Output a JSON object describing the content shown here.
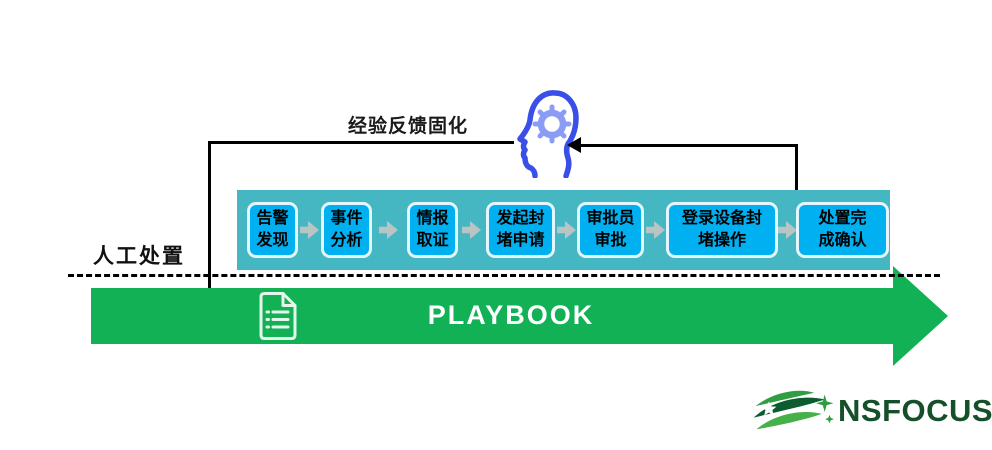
{
  "feedback": {
    "label": "经验反馈固化"
  },
  "manual": {
    "label": "人工处置"
  },
  "process": {
    "steps": [
      {
        "line1": "告警",
        "line2": "发现"
      },
      {
        "line1": "事件",
        "line2": "分析"
      },
      {
        "line1": "情报",
        "line2": "取证"
      },
      {
        "line1": "发起封",
        "line2": "堵申请"
      },
      {
        "line1": "审批员",
        "line2": "审批"
      },
      {
        "line1": "登录设备封",
        "line2": "堵操作"
      },
      {
        "line1": "处置完",
        "line2": "成确认"
      }
    ]
  },
  "playbook": {
    "label": "PLAYBOOK"
  },
  "brand": {
    "name": "NSFOCUS"
  },
  "colors": {
    "step_box_blue": "#00b0f0",
    "band_teal": "#45b7c2",
    "playbook_green": "#12b156",
    "head_outline_blue": "#3a4ee8",
    "gear_blue": "#8b9cf4",
    "brand_dark_green": "#15502b",
    "connector_black": "#000000",
    "step_arrow_gray": "#b9c4c4"
  }
}
